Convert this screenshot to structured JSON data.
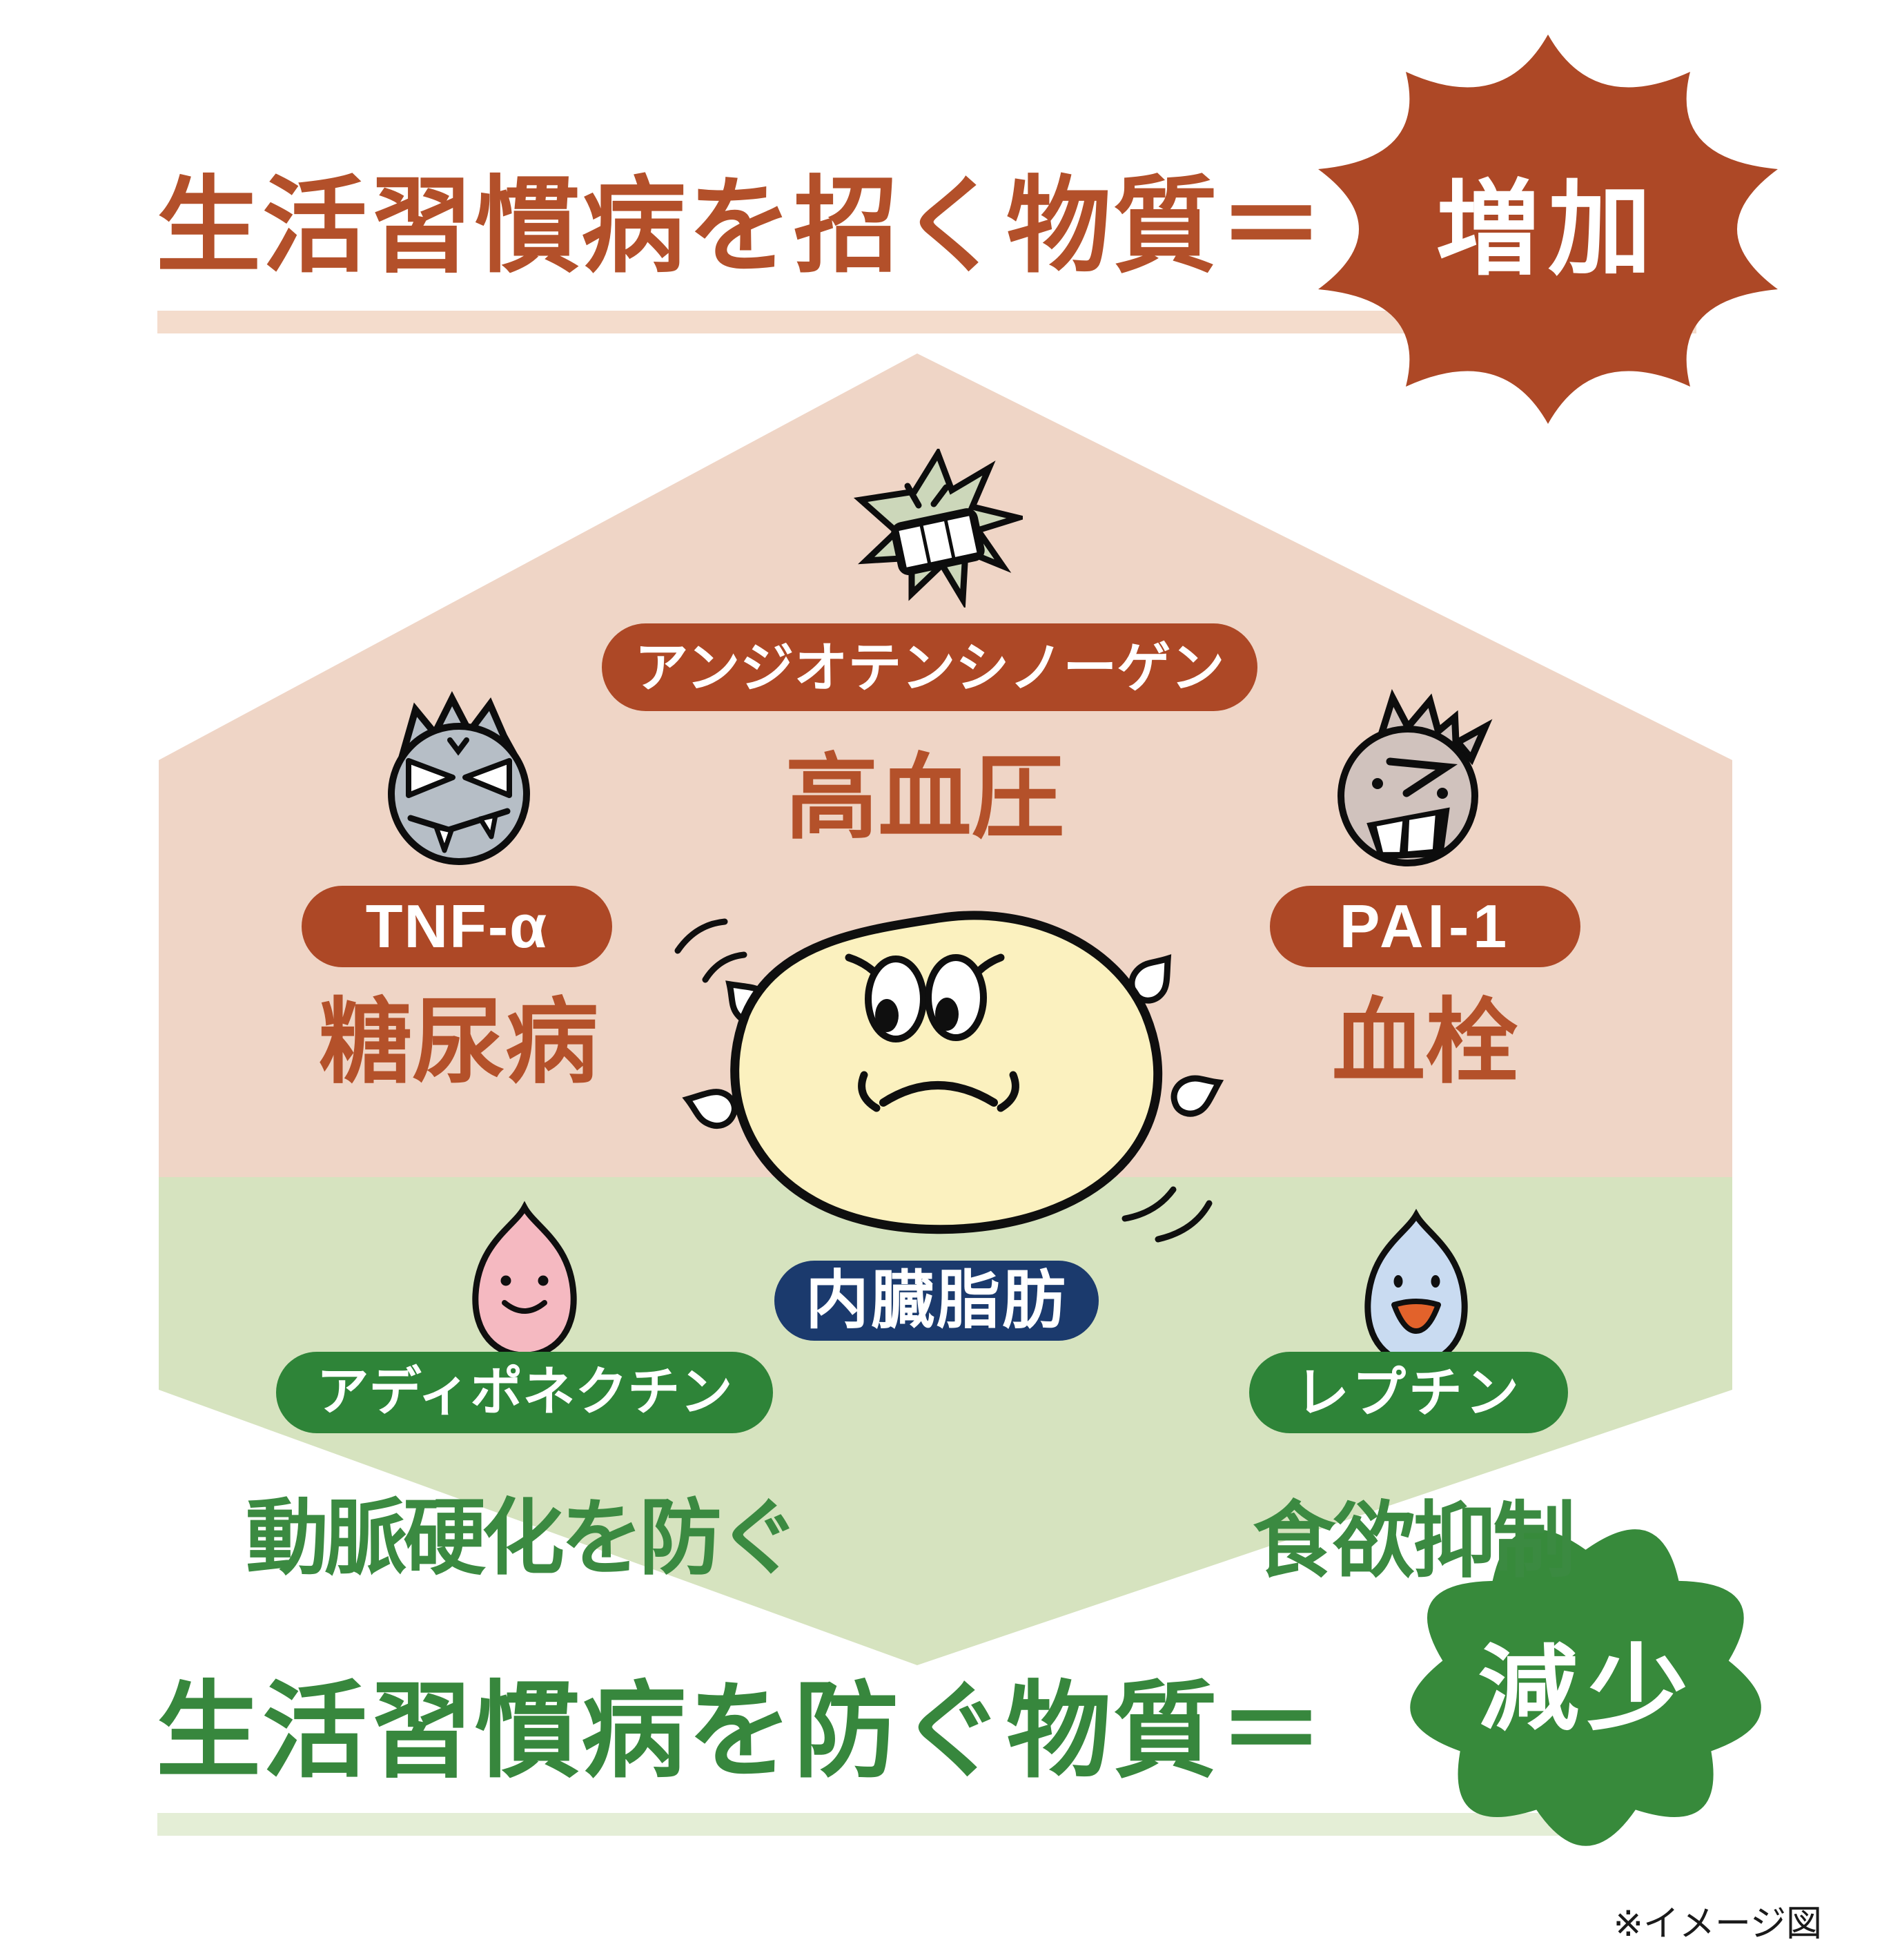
{
  "top_section": {
    "title": "生活習慣病を招く物質＝",
    "badge": "増加"
  },
  "bottom_section": {
    "title": "生活習慣病を防ぐ物質＝",
    "badge": "減少",
    "note": "※イメージ図"
  },
  "center": {
    "label": "内臓脂肪",
    "icon": "angry-fat-cell"
  },
  "harmful_substances": [
    {
      "name": "アンジオテンシノーゲン",
      "disease": "高血圧",
      "icon": "spiky-virus-monster"
    },
    {
      "name": "TNF-α",
      "disease": "糖尿病",
      "icon": "horned-gray-monster"
    },
    {
      "name": "PAI-1",
      "disease": "血栓",
      "icon": "fanged-monster"
    }
  ],
  "beneficial_substances": [
    {
      "name": "アディポネクチン",
      "benefit": "動脈硬化を防ぐ",
      "icon": "pink-droplet"
    },
    {
      "name": "レプチン",
      "benefit": "食欲抑制",
      "icon": "blue-droplet"
    }
  ],
  "colors": {
    "rust": "#ad4826",
    "rust_text": "#b4512a",
    "pink_background": "#efd5c6",
    "pink_bar": "#f4dccc",
    "green_background": "#d6e3bf",
    "green_pill": "#2e8438",
    "green_text": "#3b8a41",
    "green_title": "#37873d",
    "green_bar": "#e4eed6",
    "navy": "#1b3a6d",
    "fat_cell_yellow": "#fbf1bf"
  }
}
